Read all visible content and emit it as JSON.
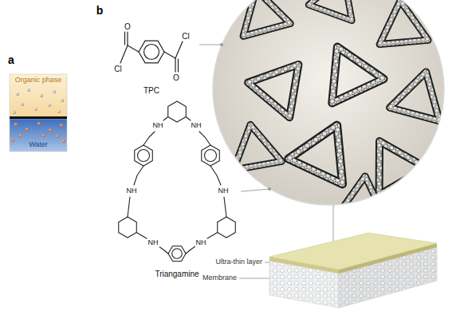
{
  "diagram": {
    "nodes": [
      {
        "text": [
          "Organic phase"
        ]
      },
      {
        "text": [
          "Water"
        ]
      }
    ],
    "labels": [
      "a",
      "b",
      "O",
      "Cl",
      "Cl",
      "O",
      "TPC",
      "NH",
      "NH",
      "NH",
      "NH",
      "NH",
      "NH",
      "Triangamine",
      "Ultra-thin layer",
      "Membrane"
    ]
  }
}
